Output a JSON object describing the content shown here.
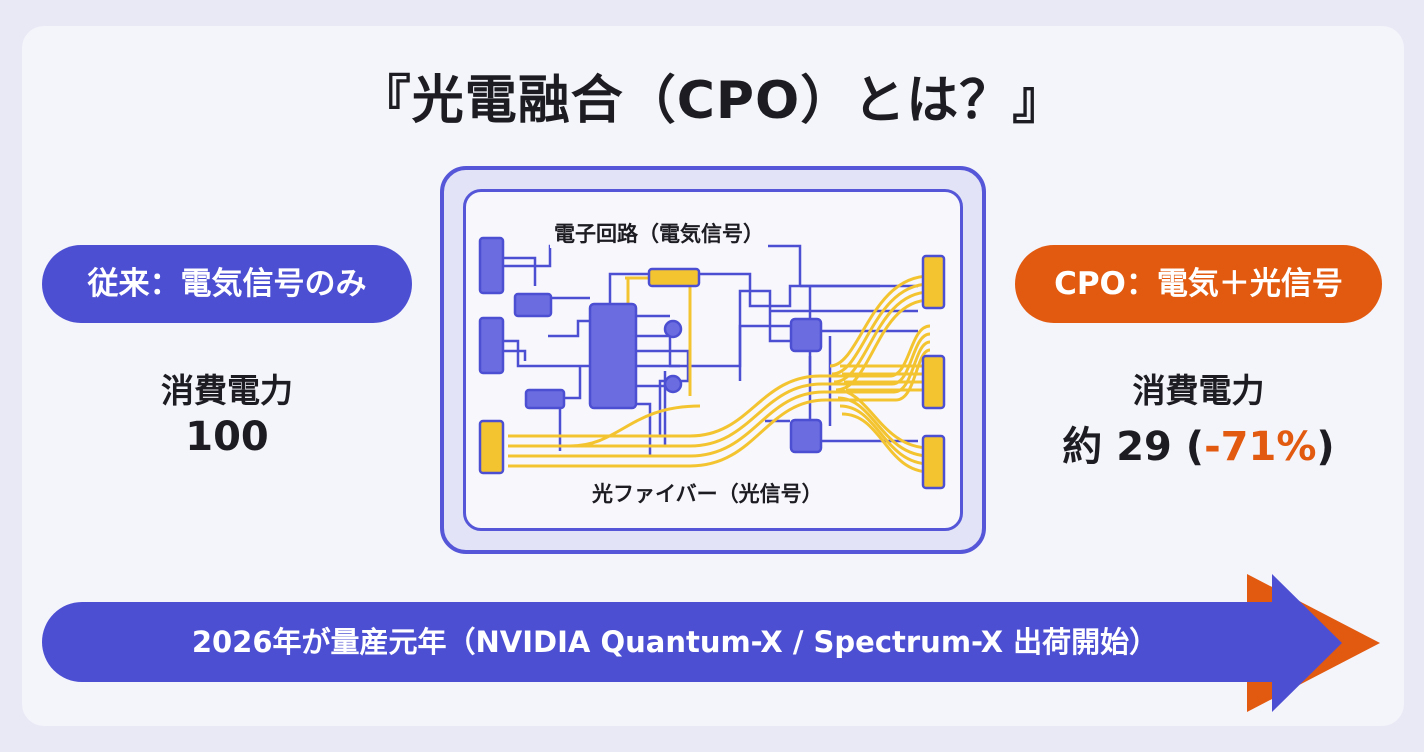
{
  "title": "『光電融合（CPO）とは？』",
  "left": {
    "pill_label": "従来：電気信号のみ",
    "caption": "消費電力",
    "value": "100"
  },
  "right": {
    "pill_label": "CPO：電気＋光信号",
    "caption": "消費電力",
    "value_prefix": "約 29 (",
    "value_pct": "-71%",
    "value_suffix": ")"
  },
  "diagram": {
    "electronic_label": "電子回路（電気信号）",
    "optical_label": "光ファイバー（光信号）"
  },
  "timeline": {
    "label": "2026年が量産元年（NVIDIA Quantum-X / Spectrum-X 出荷開始）"
  },
  "colors": {
    "electric": "#4d4fd3",
    "optical": "#f4c430",
    "accent": "#e25a0f"
  }
}
